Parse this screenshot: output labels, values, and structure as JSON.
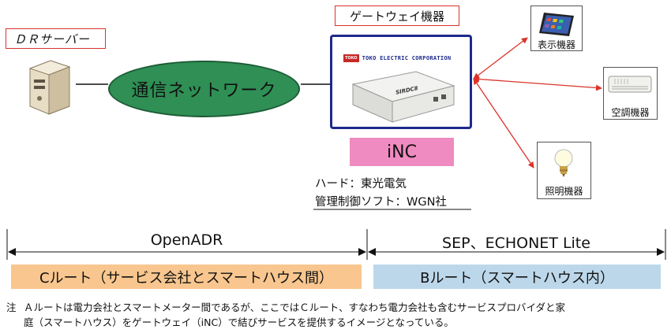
{
  "dr_server_label": "ＤＲサーバー",
  "network_label": "通信ネットワーク",
  "gateway_label": "ゲートウェイ機器",
  "company_logo_text": "TOKO ELECTRIC CORPORATION",
  "logo_mark_text": "TOKO",
  "device_model_text": "SIRDCⅡ",
  "inc_label": "iNC",
  "hardware_info": "ハード：東光電気",
  "software_info": "管理制御ソフト：WGN社",
  "devices": [
    {
      "label": "表示機器"
    },
    {
      "label": "空調機器"
    },
    {
      "label": "照明機器"
    }
  ],
  "protocol_left": "OpenADR",
  "protocol_right": "SEP、ECHONET Lite",
  "route_c_label": "Cルート（サービス会社とスマートハウス間）",
  "route_b_label": "Bルート（スマートハウス内）",
  "note_prefix": "注",
  "note_line1": "Ａルートは電力会社とスマートメーター間であるが、ここではＣルート、すなわち電力会社も含むサービスプロバイダと家",
  "note_line2": "庭（スマートハウス）をゲートウェイ（iNC）で結びサービスを提供するイメージとなっている。",
  "colors": {
    "network_fill": "#2f8f55",
    "inc_fill": "#ef8bc0",
    "route_c_fill": "#f8c68e",
    "route_b_fill": "#bdd7ea",
    "gateway_border": "#1d2a8c",
    "arrow_red": "#d9342b"
  }
}
